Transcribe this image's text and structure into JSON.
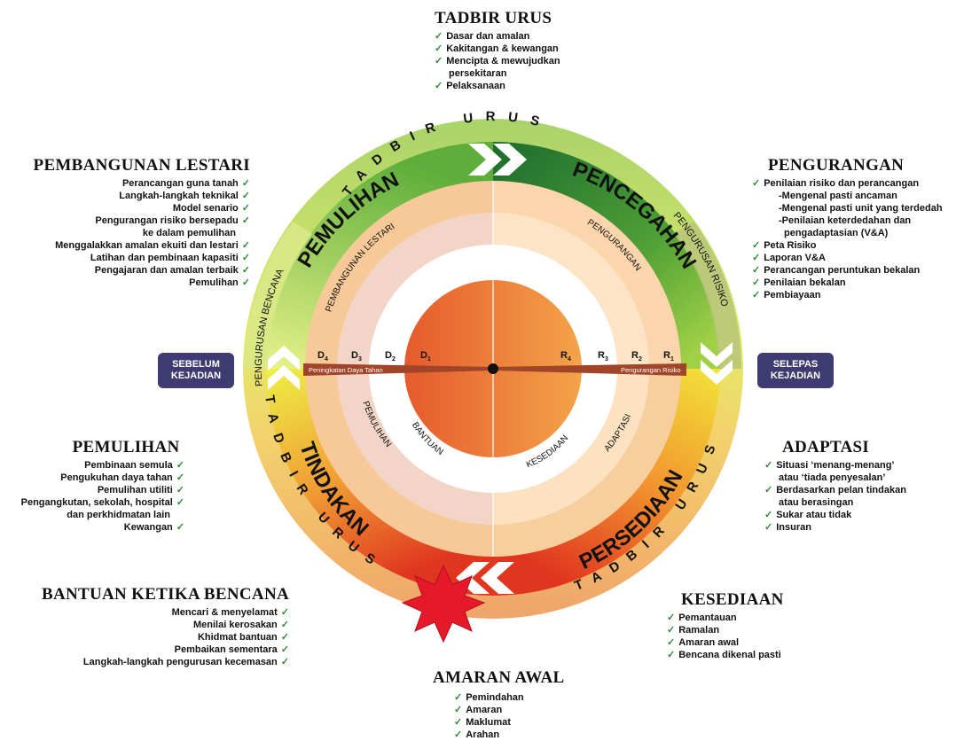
{
  "colors": {
    "dark_green": "#1e6b2e",
    "green": "#7cc142",
    "yellow": "#e8d230",
    "orange": "#f08a32",
    "red": "#e0351f",
    "peach": "#f5c08f",
    "tan": "#d9a46b",
    "navy": "#3d3b72",
    "check_green": "#2e8b34"
  },
  "ring": {
    "outer_label_top": "TADBIR URUS",
    "outer_label_left": "TADBIR URUS",
    "outer_label_right": "TADBIR URUS",
    "side_left": "PENGURUSAN BENCANA",
    "side_right": "PENGURUSAN RISIKO",
    "quadrant_top_left": "PEMULIHAN",
    "quadrant_top_right": "PENCEGAHAN",
    "quadrant_bottom_left": "TINDAKAN",
    "quadrant_bottom_right": "PERSEDIAAN",
    "inner_top_left": "PEMBANGUNAN LESTARI",
    "inner_top_right": "PENGURANGAN",
    "inner_bottom_left": "PEMULIHAN",
    "inner_bottom_right": "ADAPTASI",
    "core_bottom_left": "BANTUAN",
    "core_bottom_right": "KESEDIAAN"
  },
  "axis": {
    "left_label": "Peningkatan Daya Tahan",
    "right_label": "Pengurangan Risiko",
    "d_markers": [
      {
        "main": "D",
        "sub": "4"
      },
      {
        "main": "D",
        "sub": "3"
      },
      {
        "main": "D",
        "sub": "2"
      },
      {
        "main": "D",
        "sub": "1"
      }
    ],
    "r_markers": [
      {
        "main": "R",
        "sub": "4"
      },
      {
        "main": "R",
        "sub": "3"
      },
      {
        "main": "R",
        "sub": "2"
      },
      {
        "main": "R",
        "sub": "1"
      }
    ]
  },
  "pills": {
    "before": "SEBELUM\nKEJADIAN",
    "after": "SELEPAS\nKEJADIAN"
  },
  "blocks": {
    "tadbir": {
      "title": "TADBIR URUS",
      "items": [
        "Dasar dan amalan",
        "Kakitangan & kewangan",
        "Mencipta & mewujudkan",
        "persekitaran",
        "Pelaksanaan"
      ]
    },
    "pembangunan": {
      "title": "PEMBANGUNAN LESTARI",
      "items": [
        "Perancangan guna tanah",
        "Langkah-langkah teknikal",
        "Model senario",
        "Pengurangan risiko bersepadu",
        "ke dalam pemulihan",
        "Menggalakkan amalan ekuiti dan lestari",
        "Latihan dan pembinaan kapasiti",
        "Pengajaran dan amalan terbaik",
        "Pemulihan"
      ]
    },
    "pengurangan": {
      "title": "PENGURANGAN",
      "items": [
        "Penilaian risiko dan perancangan",
        "-Mengenal pasti ancaman",
        "-Mengenal pasti unit yang terdedah",
        "-Penilaian keterdedahan dan",
        "pengadaptasian (V&A)",
        "Peta Risiko",
        "Laporan V&A",
        "Perancangan peruntukan bekalan",
        "Penilaian bekalan",
        "Pembiayaan"
      ]
    },
    "pemulihan": {
      "title": "PEMULIHAN",
      "items": [
        "Pembinaan semula",
        "Pengukuhan daya tahan",
        "Pemulihan utiliti",
        "Pengangkutan, sekolah, hospital",
        "dan perkhidmatan lain",
        "Kewangan"
      ]
    },
    "adaptasi": {
      "title": "ADAPTASI",
      "items": [
        "Situasi ‘menang-menang’",
        "atau ‘tiada penyesalan’",
        "Berdasarkan pelan tindakan",
        "atau berasingan",
        "Sukar atau tidak",
        "Insuran"
      ]
    },
    "bantuan": {
      "title": "BANTUAN KETIKA BENCANA",
      "items": [
        "Mencari & menyelamat",
        "Menilai kerosakan",
        "Khidmat bantuan",
        "Pembaikan sementara",
        "Langkah-langkah pengurusan kecemasan"
      ]
    },
    "kesediaan": {
      "title": "KESEDIAAN",
      "items": [
        "Pemantauan",
        "Ramalan",
        "Amaran awal",
        "Bencana dikenal pasti"
      ]
    },
    "amaran": {
      "title": "AMARAN AWAL",
      "items": [
        "Pemindahan",
        "Amaran",
        "Maklumat",
        "Arahan"
      ]
    }
  }
}
